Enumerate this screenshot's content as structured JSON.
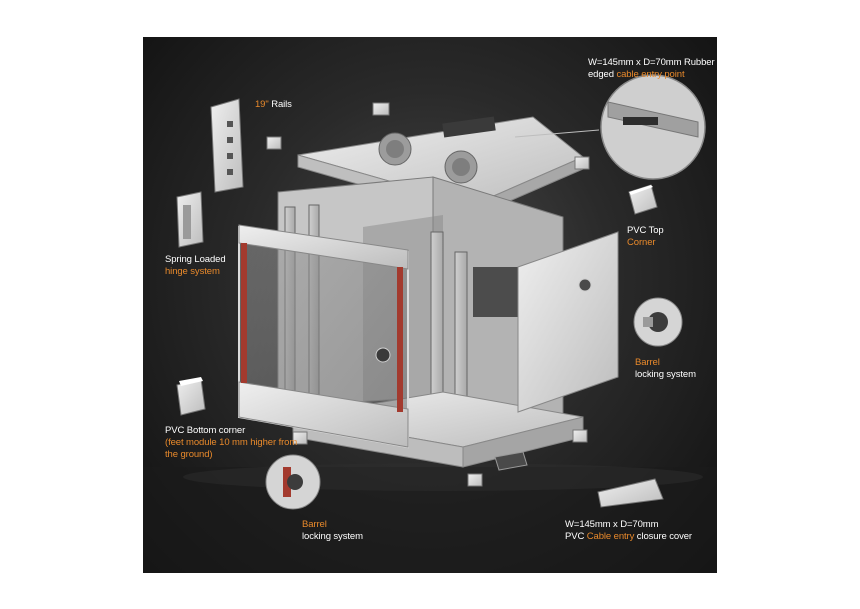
{
  "colors": {
    "accent": "#e8892b",
    "text": "#ffffff",
    "background_center": "#4a4a4a",
    "background_edge": "#101010",
    "metal": "#d9d9d9"
  },
  "labels": {
    "rails": {
      "prefix": "19\"",
      "suffix": "Rails"
    },
    "cable_entry": {
      "line1": "W=145mm x D=70mm Rubber",
      "line2_prefix": "edged ",
      "line2_accent": "cable entry point"
    },
    "pvc_top": {
      "line1": "PVC Top",
      "line2": "Corner"
    },
    "hinge": {
      "line1": "Spring Loaded",
      "line2": "hinge system"
    },
    "barrel_right": {
      "line1": "Barrel",
      "line2": "locking system"
    },
    "pvc_bottom": {
      "line1": "PVC Bottom corner",
      "line2": "(feet module 10 mm higher from",
      "line3": "the ground)"
    },
    "barrel_bottom": {
      "line1": "Barrel",
      "line2": "locking system"
    },
    "closure_cover": {
      "line1": "W=145mm x D=70mm",
      "line2_prefix": "PVC ",
      "line2_accent": "Cable entry",
      "line2_suffix": " closure cover"
    }
  }
}
